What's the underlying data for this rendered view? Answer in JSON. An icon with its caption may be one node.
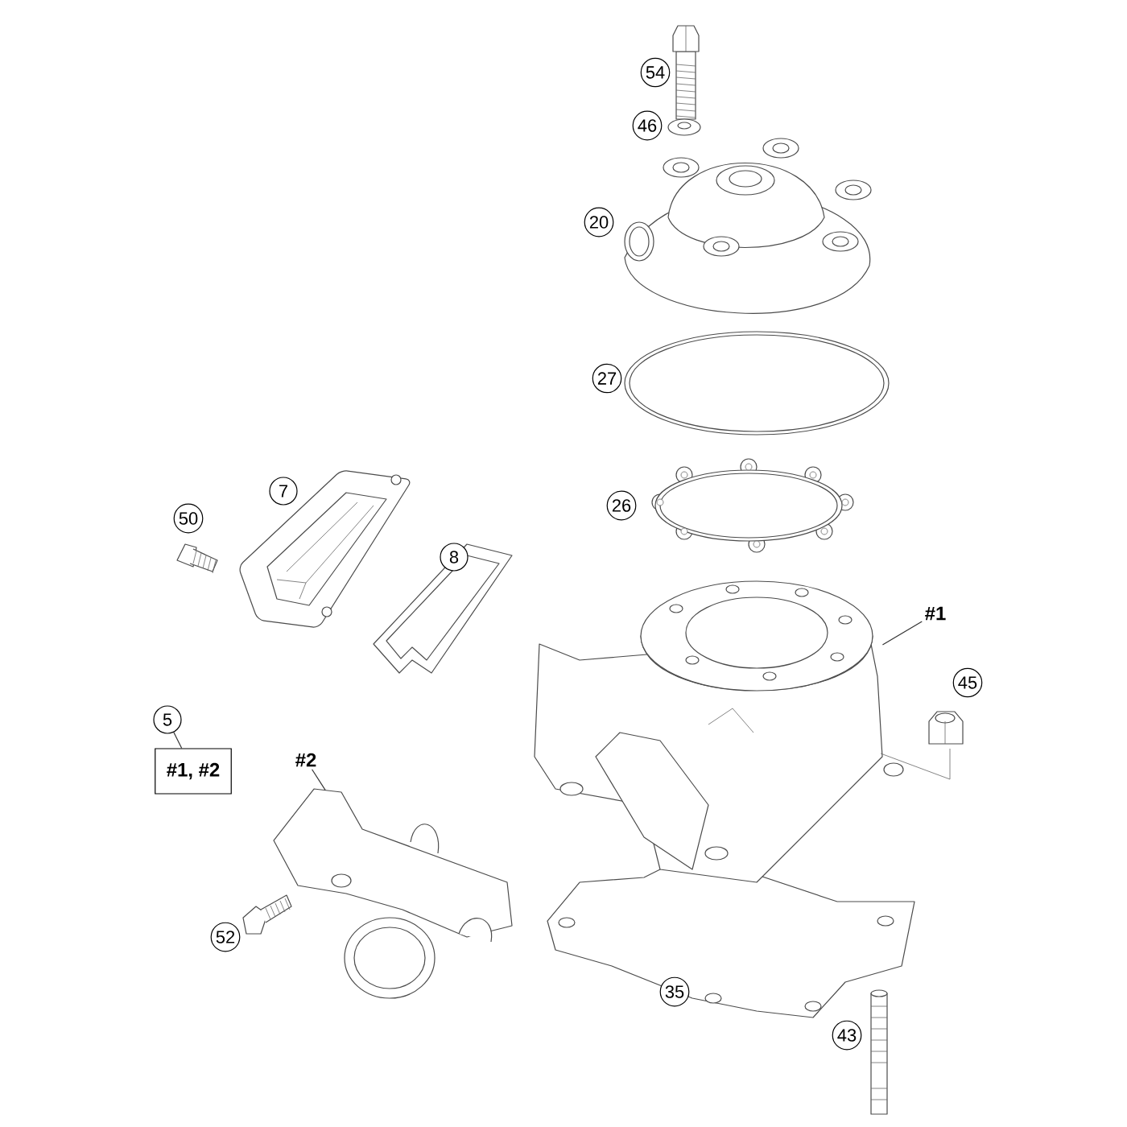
{
  "diagram": {
    "nodes": [
      {
        "text": [
          "54"
        ]
      },
      {
        "text": [
          "46"
        ]
      },
      {
        "text": [
          "20"
        ]
      },
      {
        "text": [
          "27"
        ]
      },
      {
        "text": [
          "7"
        ]
      },
      {
        "text": [
          "50"
        ]
      },
      {
        "text": [
          "26"
        ]
      },
      {
        "text": [
          "8"
        ]
      },
      {
        "text": [
          "#1"
        ]
      },
      {
        "text": [
          "5"
        ]
      },
      {
        "text": [
          "45"
        ]
      },
      {
        "text": [
          "#1, #2"
        ]
      },
      {
        "text": [
          "#2"
        ]
      },
      {
        "text": [
          "52"
        ]
      },
      {
        "text": [
          "35"
        ]
      },
      {
        "text": [
          "43"
        ]
      },
      {
        "text": [],
        "shape": "picture"
      },
      {
        "text": [],
        "shape": "picture"
      }
    ],
    "edges": [
      {
        "from": 9,
        "to": 11,
        "arrow": "none"
      },
      {
        "from": 8,
        "to": 16,
        "arrow": "none"
      },
      {
        "from": 12,
        "to": 17,
        "arrow": "none"
      }
    ]
  }
}
